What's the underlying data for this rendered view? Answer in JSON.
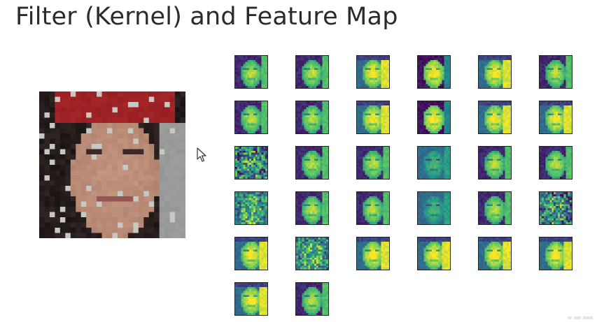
{
  "slide": {
    "title": "Filter (Kernel) and Feature Map"
  },
  "input_image": {
    "description_icon": "face-photo-pixelated"
  },
  "feature_maps": {
    "rows": 6,
    "columns": 6,
    "count": 32,
    "colormap": [
      "#440154",
      "#3b528b",
      "#21918c",
      "#5ec962",
      "#fde725"
    ],
    "tiles": [
      {
        "variant": "a"
      },
      {
        "variant": "a"
      },
      {
        "variant": "b"
      },
      {
        "variant": "c"
      },
      {
        "variant": "b"
      },
      {
        "variant": "a"
      },
      {
        "variant": "a"
      },
      {
        "variant": "a"
      },
      {
        "variant": "b"
      },
      {
        "variant": "c"
      },
      {
        "variant": "b"
      },
      {
        "variant": "b"
      },
      {
        "variant": "noise"
      },
      {
        "variant": "a"
      },
      {
        "variant": "a"
      },
      {
        "variant": "d"
      },
      {
        "variant": "a"
      },
      {
        "variant": "a"
      },
      {
        "variant": "noise-bright"
      },
      {
        "variant": "a"
      },
      {
        "variant": "a"
      },
      {
        "variant": "d"
      },
      {
        "variant": "a"
      },
      {
        "variant": "noise"
      },
      {
        "variant": "b"
      },
      {
        "variant": "noise-bright"
      },
      {
        "variant": "b"
      },
      {
        "variant": "b"
      },
      {
        "variant": "b"
      },
      {
        "variant": "b"
      },
      {
        "variant": "b"
      },
      {
        "variant": "a"
      }
    ]
  },
  "cursor": {
    "icon": "mouse-pointer-icon"
  }
}
